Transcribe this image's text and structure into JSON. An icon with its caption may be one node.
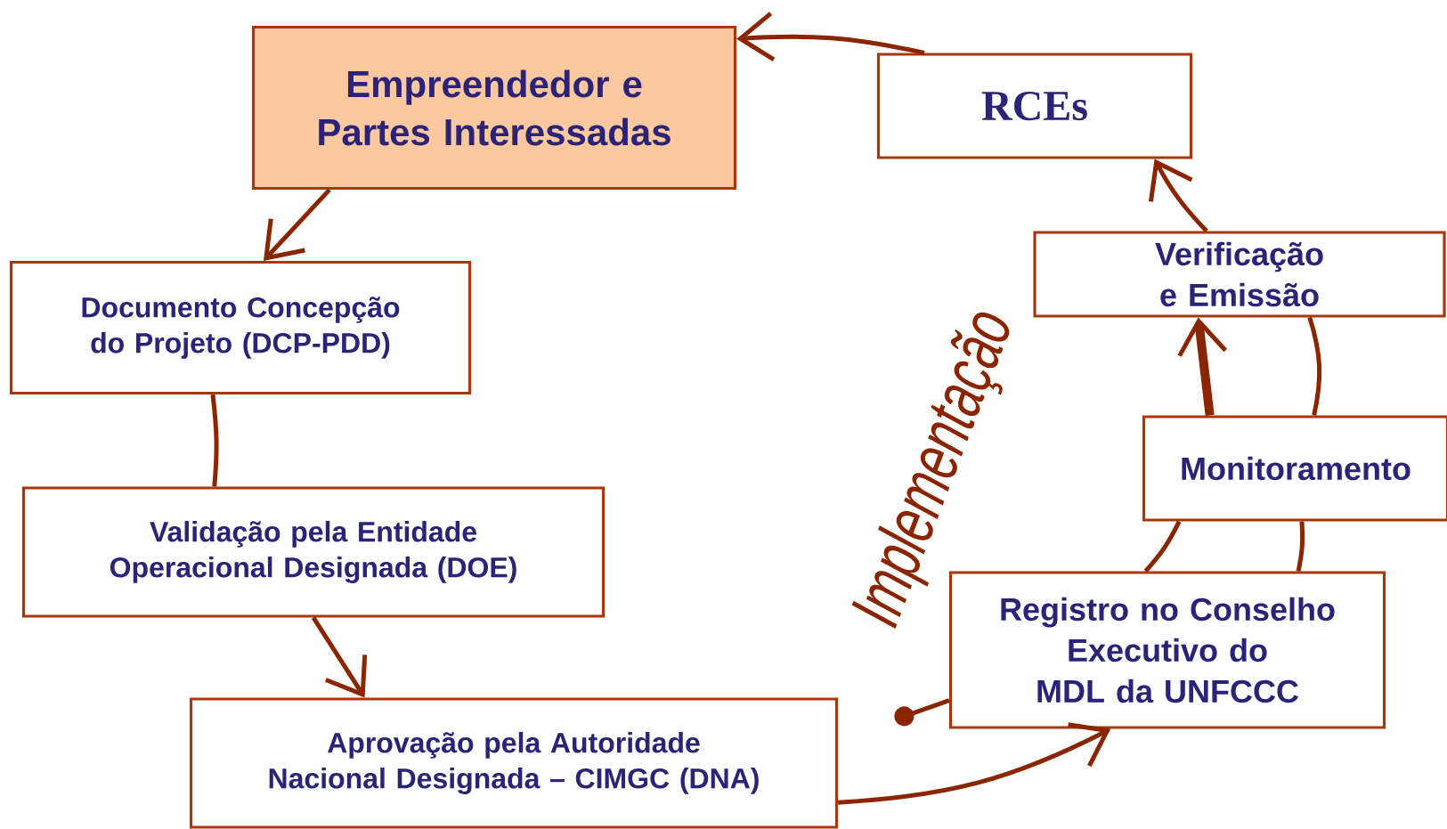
{
  "diagram": {
    "nodes": [
      {
        "text": [
          "Empreendedor e Partes Interessadas"
        ]
      },
      {
        "text": [
          "RCEs"
        ]
      },
      {
        "text": [
          "Documento Concepção do  Projeto (DCP-PDD)"
        ]
      },
      {
        "text": [
          "Validação pela Entidade Operacional Designada (DOE)"
        ]
      },
      {
        "text": [
          "Aprovação pela Autoridade Nacional Designada – CIMGC (DNA)"
        ]
      },
      {
        "text": [
          "Registro no Conselho Executivo do MDL da UNFCCC"
        ]
      },
      {
        "text": [
          "Monitoramento"
        ]
      },
      {
        "text": [
          "Verificação e Emissão"
        ]
      }
    ],
    "edges": [
      {
        "from": 1,
        "to": 0,
        "arrow": "to"
      },
      {
        "from": 0,
        "to": 2,
        "arrow": "to"
      },
      {
        "from": 2,
        "to": 3,
        "arrow": "none"
      },
      {
        "from": 3,
        "to": 4,
        "arrow": "to"
      },
      {
        "from": 4,
        "to": 5,
        "arrow": "to"
      },
      {
        "from": 5,
        "to": 6,
        "arrow": "none"
      },
      {
        "from": 6,
        "to": 5,
        "arrow": "none"
      },
      {
        "from": 6,
        "to": 7,
        "arrow": "to",
        "style": "thick"
      },
      {
        "from": 6,
        "to": 7,
        "arrow": "none"
      },
      {
        "from": 7,
        "to": 1,
        "arrow": "to"
      },
      {
        "from": 5,
        "to": null,
        "arrow": "other"
      }
    ],
    "labels": [
      "Implementação"
    ]
  }
}
